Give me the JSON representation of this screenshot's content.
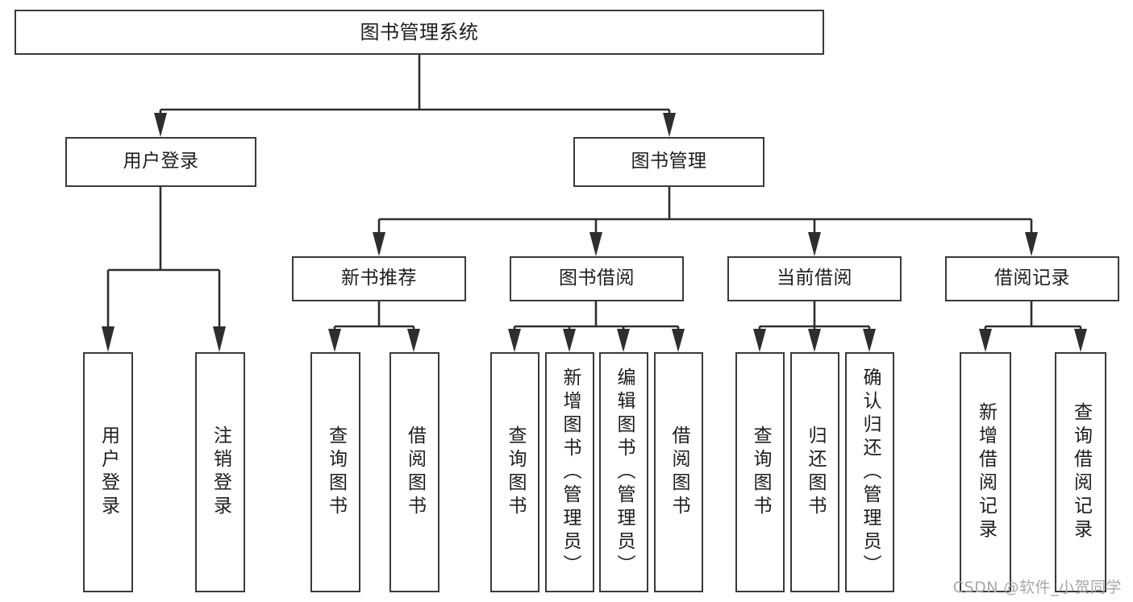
{
  "diagram": {
    "title": "图书管理系统",
    "type": "tree",
    "watermark": "CSDN @软件_小贺同学",
    "line_color": "#2e2e2e",
    "box_border_color": "#3a3a3a",
    "box_fill_color": "#ffffff",
    "text_color": "#1d1d1d",
    "watermark_color": "#a8a8a8"
  },
  "nodes": {
    "root": {
      "label": "图书管理系统",
      "level": 0,
      "orientation": "horizontal"
    },
    "l1": [
      {
        "id": "user_login",
        "label": "用户登录",
        "level": 1,
        "orientation": "horizontal"
      },
      {
        "id": "book_mgmt",
        "label": "图书管理",
        "level": 1,
        "orientation": "horizontal"
      }
    ],
    "l2": [
      {
        "id": "new_book_rec",
        "label": "新书推荐",
        "level": 2,
        "orientation": "horizontal",
        "parent": "book_mgmt"
      },
      {
        "id": "book_borrow",
        "label": "图书借阅",
        "level": 2,
        "orientation": "horizontal",
        "parent": "book_mgmt"
      },
      {
        "id": "current_borrow",
        "label": "当前借阅",
        "level": 2,
        "orientation": "horizontal",
        "parent": "book_mgmt"
      },
      {
        "id": "borrow_record",
        "label": "借阅记录",
        "level": 2,
        "orientation": "horizontal",
        "parent": "book_mgmt"
      }
    ],
    "leaves": [
      {
        "id": "leaf_user_login",
        "label": "用户登录",
        "parent": "user_login",
        "orientation": "vertical"
      },
      {
        "id": "leaf_user_logout",
        "label": "注销登录",
        "parent": "user_login",
        "orientation": "vertical"
      },
      {
        "id": "leaf_query_book_1",
        "label": "查询图书",
        "parent": "new_book_rec",
        "orientation": "vertical"
      },
      {
        "id": "leaf_borrow_book_1",
        "label": "借阅图书",
        "parent": "new_book_rec",
        "orientation": "vertical"
      },
      {
        "id": "leaf_query_book_2",
        "label": "查询图书",
        "parent": "book_borrow",
        "orientation": "vertical"
      },
      {
        "id": "leaf_add_book",
        "label": "新增图书（管理员）",
        "parent": "book_borrow",
        "orientation": "vertical"
      },
      {
        "id": "leaf_edit_book",
        "label": "编辑图书（管理员）",
        "parent": "book_borrow",
        "orientation": "vertical"
      },
      {
        "id": "leaf_borrow_book_2",
        "label": "借阅图书",
        "parent": "book_borrow",
        "orientation": "vertical"
      },
      {
        "id": "leaf_query_book_3",
        "label": "查询图书",
        "parent": "current_borrow",
        "orientation": "vertical"
      },
      {
        "id": "leaf_return_book",
        "label": "归还图书",
        "parent": "current_borrow",
        "orientation": "vertical"
      },
      {
        "id": "leaf_confirm_return",
        "label": "确认归还（管理员）",
        "parent": "current_borrow",
        "orientation": "vertical"
      },
      {
        "id": "leaf_add_record",
        "label": "新增借阅记录",
        "parent": "borrow_record",
        "orientation": "vertical"
      },
      {
        "id": "leaf_query_record",
        "label": "查询借阅记录",
        "parent": "borrow_record",
        "orientation": "vertical"
      }
    ]
  }
}
